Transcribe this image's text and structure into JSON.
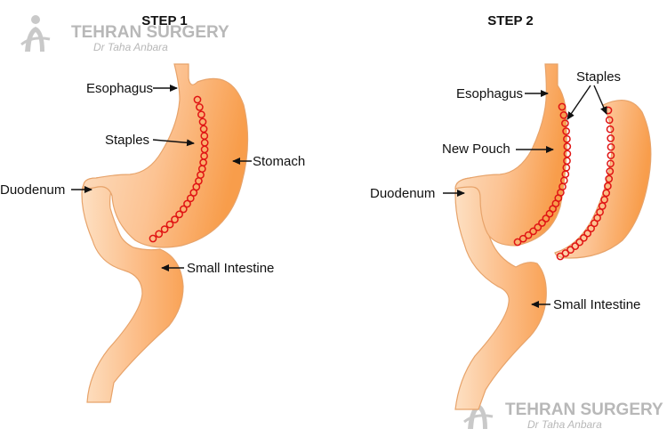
{
  "step1": {
    "title": "STEP 1",
    "labels": {
      "esophagus": "Esophagus",
      "staples": "Staples",
      "stomach": "Stomach",
      "duodenum": "Duodenum",
      "small_intestine": "Small Intestine"
    }
  },
  "step2": {
    "title": "STEP 2",
    "labels": {
      "staples": "Staples",
      "esophagus": "Esophagus",
      "new_pouch": "New Pouch",
      "duodenum": "Duodenum",
      "small_intestine": "Small Intestine"
    }
  },
  "watermark": {
    "title": "TEHRAN SURGERY",
    "subtitle": "Dr Taha Anbara"
  },
  "colors": {
    "organ_light": "#fde2c8",
    "organ_dark": "#f8a04e",
    "staple": "#e01414"
  }
}
